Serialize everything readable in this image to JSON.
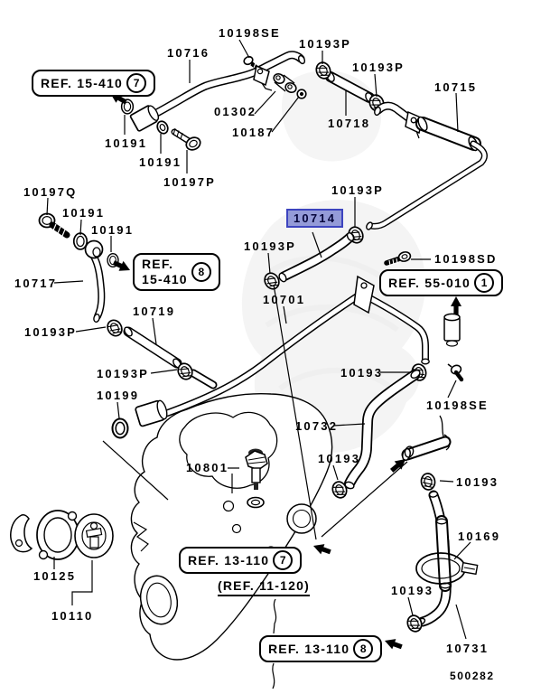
{
  "diagram": {
    "type": "parts-diagram",
    "highlighted_part": "10714",
    "highlight_fill": "#949bd8",
    "highlight_border": "#3d44bf"
  },
  "labels": [
    {
      "text": "10198SE"
    },
    {
      "text": "10716"
    },
    {
      "text": "10193P"
    },
    {
      "text": "10193P"
    },
    {
      "text": "10715"
    },
    {
      "text": "01302"
    },
    {
      "text": "10718"
    },
    {
      "text": "10187"
    },
    {
      "text": "10191"
    },
    {
      "text": "10191"
    },
    {
      "text": "10197P"
    },
    {
      "text": "10197Q"
    },
    {
      "text": "10191"
    },
    {
      "text": "10191"
    },
    {
      "text": "10193P"
    },
    {
      "text": "10714"
    },
    {
      "text": "10193P"
    },
    {
      "text": "10198SD"
    },
    {
      "text": "10717"
    },
    {
      "text": "10701"
    },
    {
      "text": "10719"
    },
    {
      "text": "10193P"
    },
    {
      "text": "10193P"
    },
    {
      "text": "10193"
    },
    {
      "text": "10199"
    },
    {
      "text": "10198SE"
    },
    {
      "text": "10732"
    },
    {
      "text": "10193"
    },
    {
      "text": "10801"
    },
    {
      "text": "10193"
    },
    {
      "text": "10169"
    },
    {
      "text": "10125"
    },
    {
      "text": "10110"
    },
    {
      "text": "10193"
    },
    {
      "text": "10731"
    }
  ],
  "refs": [
    {
      "text": "REF. 15-410",
      "num": "7"
    },
    {
      "line1": "REF.",
      "line2": "15-410",
      "num": "8"
    },
    {
      "text": "REF. 55-010",
      "num": "1"
    },
    {
      "text": "REF. 13-110",
      "num": "7"
    },
    {
      "text": "(REF. 11-120)"
    },
    {
      "text": "REF. 13-110",
      "num": "8"
    }
  ],
  "footer": {
    "drawing_number": "500282"
  }
}
